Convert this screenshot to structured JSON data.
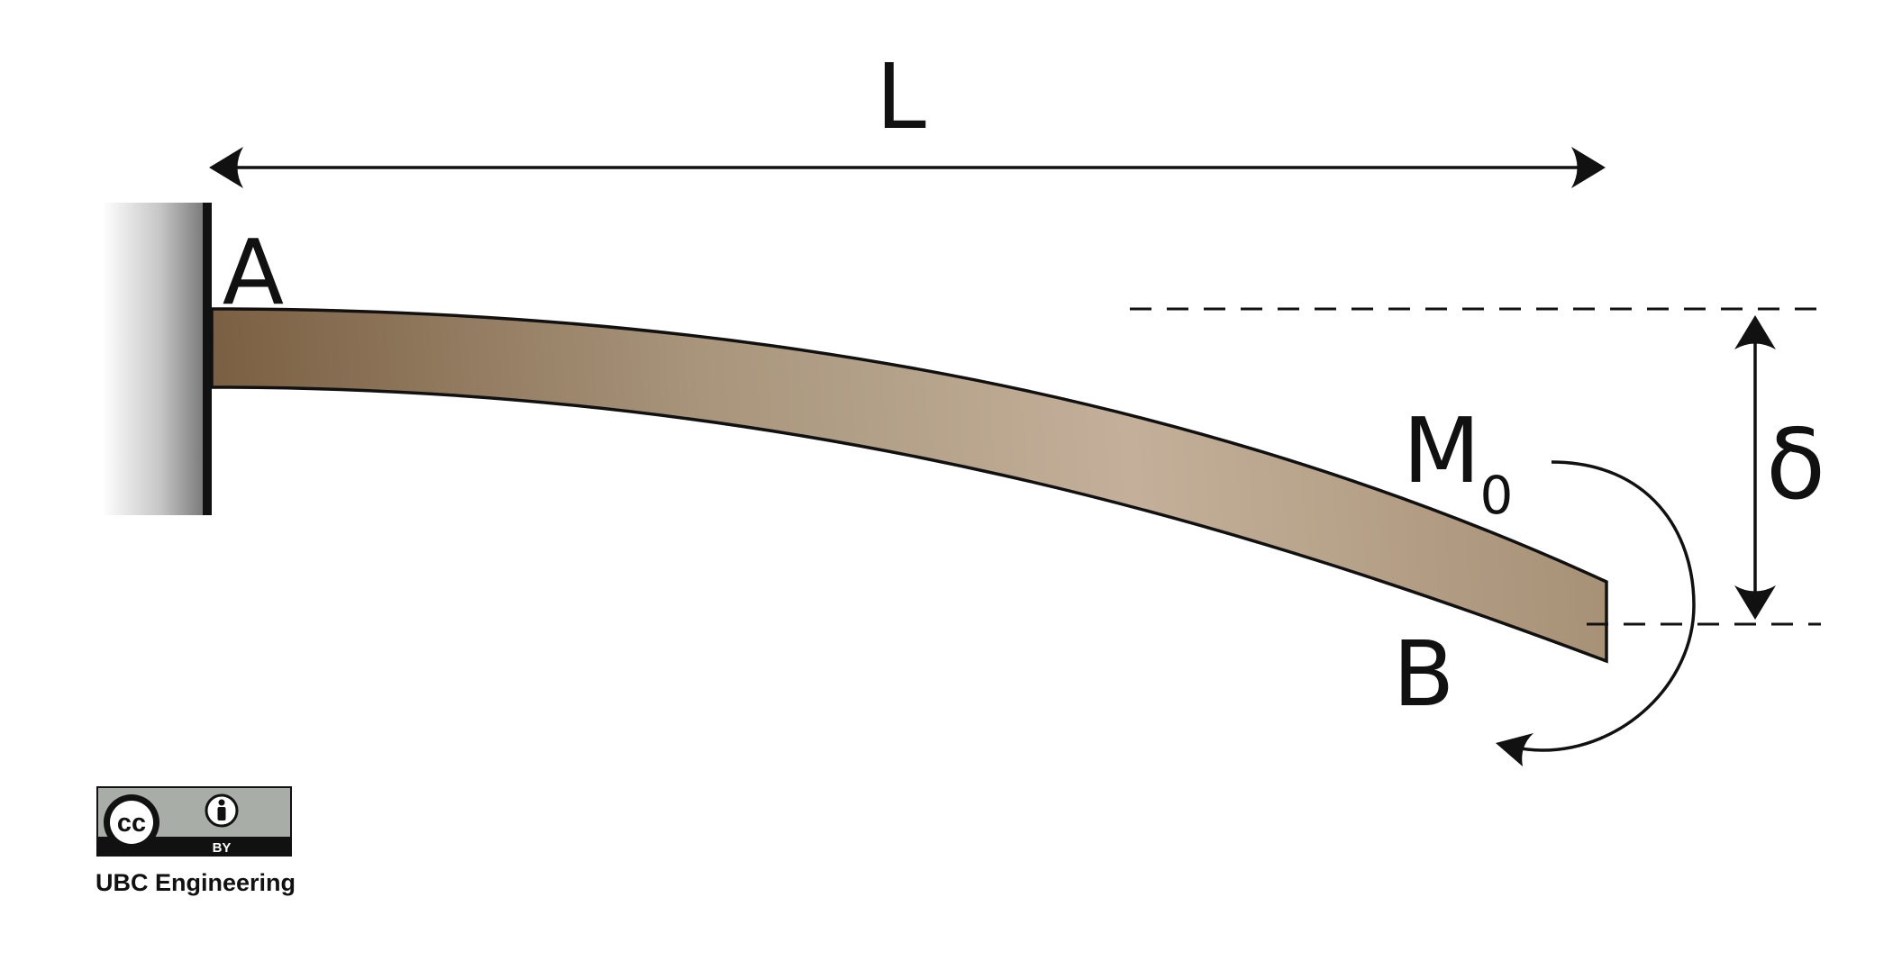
{
  "labels": {
    "length": "L",
    "fixed_end": "A",
    "free_end": "B",
    "moment": "M",
    "moment_subscript": "0",
    "deflection": "δ"
  },
  "license": {
    "cc_text": "cc",
    "by_text": "BY",
    "credit": "UBC Engineering"
  },
  "colors": {
    "beam_dark": "#7a5e41",
    "beam_mid": "#a8957c",
    "beam_light": "#c4b09a",
    "wall_dark": "#777777",
    "badge_bg": "#a9ada7",
    "stroke": "#111111"
  }
}
